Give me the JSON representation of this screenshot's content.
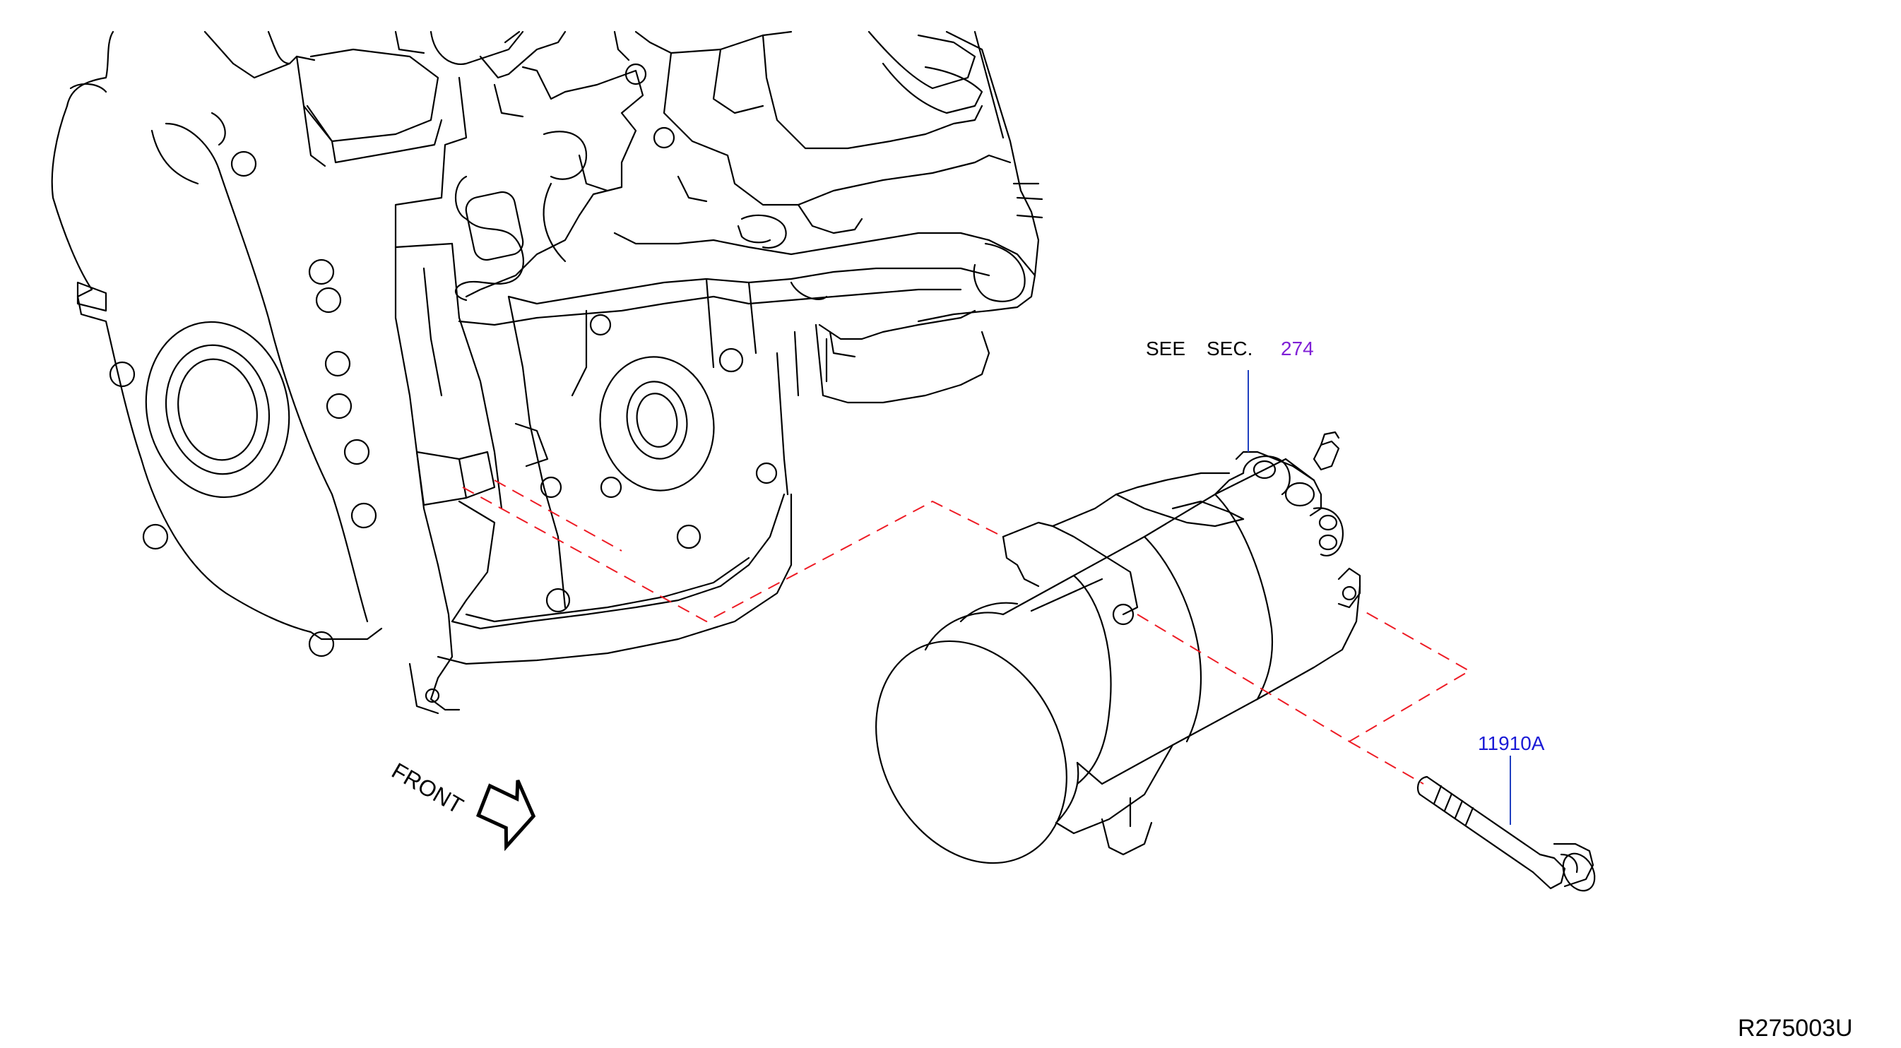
{
  "callouts": {
    "see_prefix": "SEE",
    "sec_prefix": "SEC.",
    "section_number": "274",
    "part_number": "11910A"
  },
  "front_label": "FRONT",
  "diagram_code": "R275003U",
  "colors": {
    "line": "#000000",
    "dashed_line": "#ee1c25",
    "section_link": "#7f1fd6",
    "part_number": "#1a1ad6",
    "leader": "#1f3fbf"
  },
  "icons": {
    "front_arrow": "front-arrow-icon"
  }
}
